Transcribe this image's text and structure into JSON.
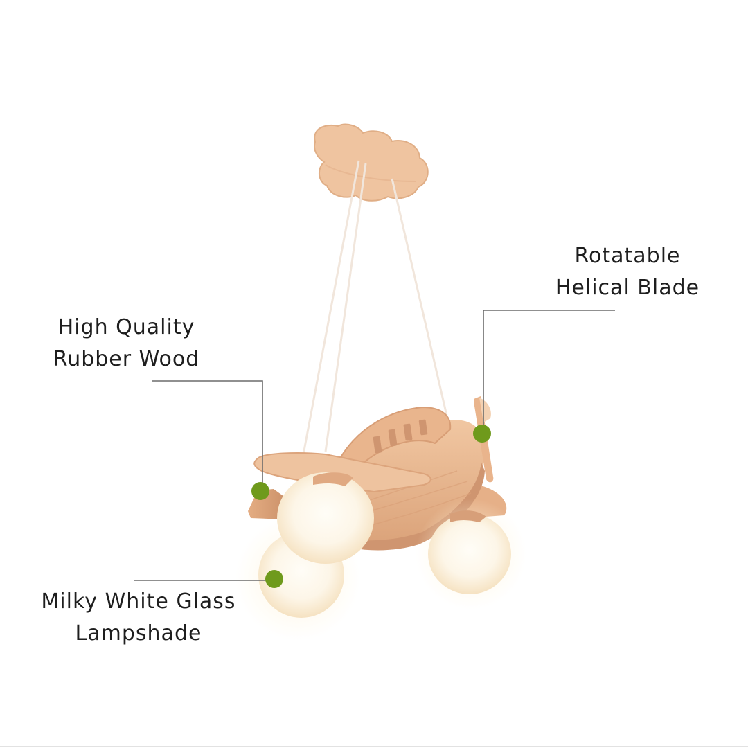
{
  "labels": {
    "wood": {
      "line1": "High Quality",
      "line2": "Rubber Wood"
    },
    "blade": {
      "line1": "Rotatable",
      "line2": "Helical Blade"
    },
    "glass": {
      "line1": "Milky White Glass",
      "line2": "Lampshade"
    }
  },
  "colors": {
    "background": "#ffffff",
    "text": "#1e1e1e",
    "leader_line": "#6b6b6b",
    "marker_dot": "#6f9a1c",
    "wood": "#e8b48c",
    "wood_dark": "#c98e66",
    "glass": "#fbf2e3"
  },
  "image": {
    "subject": "airplane-pendant-lamp",
    "icons": [
      "cloud-canopy-icon",
      "airplane-body-icon",
      "propeller-icon",
      "glass-globe-icon"
    ]
  }
}
